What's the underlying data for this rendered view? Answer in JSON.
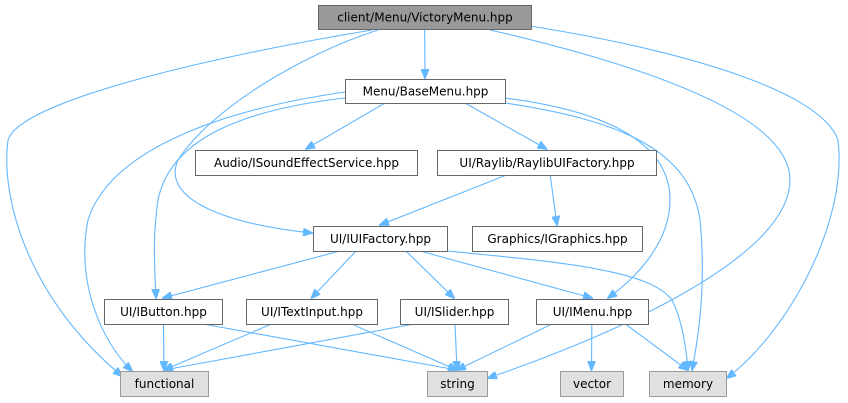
{
  "colors": {
    "edge": "#63B8FF",
    "root_fill": "#999999",
    "root_border": "#666666",
    "doc_fill": "#ffffff",
    "doc_border": "#666666",
    "ext_fill": "#e0e0e0",
    "ext_border": "#999999"
  },
  "nodes": [
    {
      "id": "victory",
      "label": "client/Menu/VictoryMenu.hpp",
      "kind": "root"
    },
    {
      "id": "basemenu",
      "label": "Menu/BaseMenu.hpp",
      "kind": "doc"
    },
    {
      "id": "isound",
      "label": "Audio/ISoundEffectService.hpp",
      "kind": "doc"
    },
    {
      "id": "raylibfactory",
      "label": "UI/Raylib/RaylibUIFactory.hpp",
      "kind": "doc"
    },
    {
      "id": "iuifactory",
      "label": "UI/IUIFactory.hpp",
      "kind": "doc"
    },
    {
      "id": "igraphics",
      "label": "Graphics/IGraphics.hpp",
      "kind": "doc"
    },
    {
      "id": "ibutton",
      "label": "UI/IButton.hpp",
      "kind": "doc"
    },
    {
      "id": "itextinput",
      "label": "UI/ITextInput.hpp",
      "kind": "doc"
    },
    {
      "id": "islider",
      "label": "UI/ISlider.hpp",
      "kind": "doc"
    },
    {
      "id": "imenu",
      "label": "UI/IMenu.hpp",
      "kind": "doc"
    },
    {
      "id": "functional",
      "label": "functional",
      "kind": "ext"
    },
    {
      "id": "string",
      "label": "string",
      "kind": "ext"
    },
    {
      "id": "vector",
      "label": "vector",
      "kind": "ext"
    },
    {
      "id": "memory",
      "label": "memory",
      "kind": "ext"
    }
  ],
  "edges": [
    [
      "victory",
      "basemenu"
    ],
    [
      "victory",
      "functional"
    ],
    [
      "victory",
      "iuifactory"
    ],
    [
      "victory",
      "string"
    ],
    [
      "victory",
      "memory"
    ],
    [
      "basemenu",
      "isound"
    ],
    [
      "basemenu",
      "raylibfactory"
    ],
    [
      "basemenu",
      "ibutton"
    ],
    [
      "basemenu",
      "imenu"
    ],
    [
      "basemenu",
      "functional"
    ],
    [
      "basemenu",
      "memory"
    ],
    [
      "raylibfactory",
      "iuifactory"
    ],
    [
      "raylibfactory",
      "igraphics"
    ],
    [
      "iuifactory",
      "ibutton"
    ],
    [
      "iuifactory",
      "itextinput"
    ],
    [
      "iuifactory",
      "islider"
    ],
    [
      "iuifactory",
      "imenu"
    ],
    [
      "iuifactory",
      "memory"
    ],
    [
      "ibutton",
      "functional"
    ],
    [
      "ibutton",
      "string"
    ],
    [
      "itextinput",
      "functional"
    ],
    [
      "itextinput",
      "string"
    ],
    [
      "islider",
      "functional"
    ],
    [
      "islider",
      "string"
    ],
    [
      "imenu",
      "string"
    ],
    [
      "imenu",
      "vector"
    ],
    [
      "imenu",
      "memory"
    ]
  ]
}
